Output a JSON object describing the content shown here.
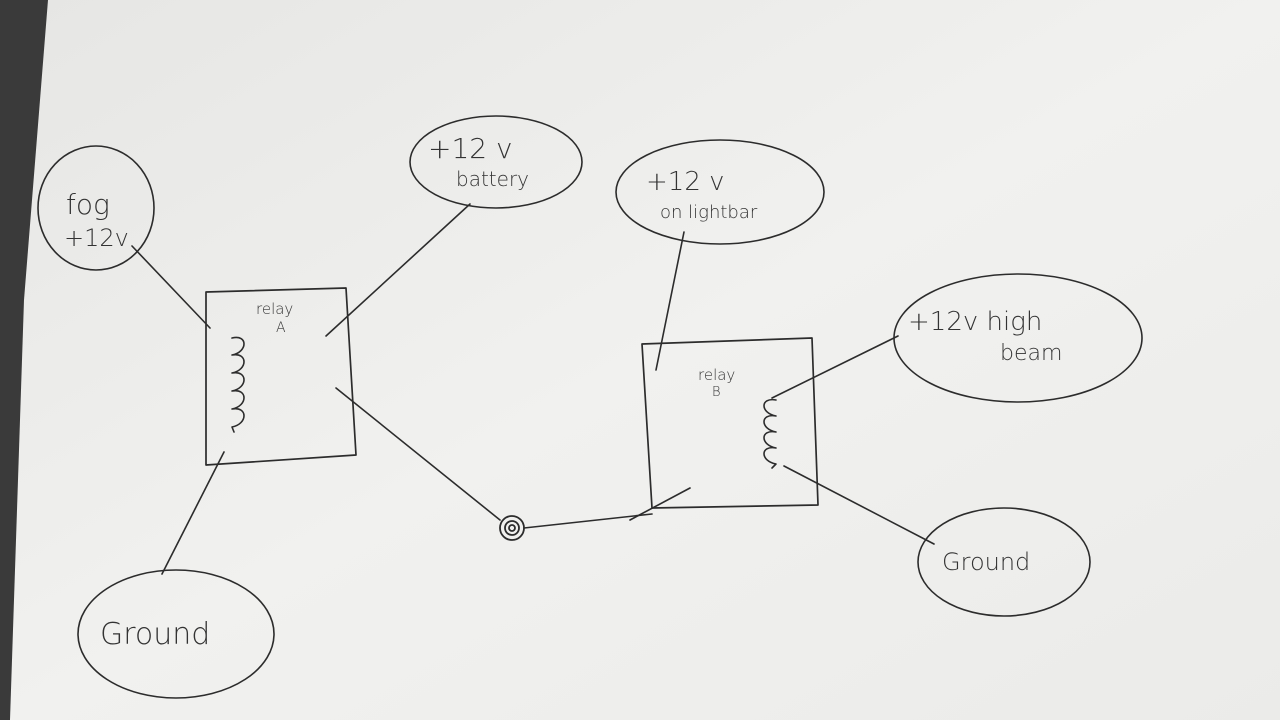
{
  "diagram": {
    "nodes": {
      "fog": {
        "lines": [
          "fog",
          "+12v"
        ]
      },
      "battery": {
        "lines": [
          "+12 v",
          "battery"
        ]
      },
      "lightbar": {
        "lines": [
          "+12 v",
          "on lightbar"
        ]
      },
      "highbeam": {
        "lines": [
          "+12v high",
          "beam"
        ]
      },
      "ground_a": {
        "lines": [
          "Ground"
        ]
      },
      "ground_b": {
        "lines": [
          "Ground"
        ]
      }
    },
    "relays": {
      "relay_a": {
        "lines": [
          "relay",
          "A"
        ]
      },
      "relay_b": {
        "lines": [
          "relay",
          "B"
        ]
      }
    }
  },
  "colors": {
    "ink": "#2c2c2c",
    "paper": "#eeeeec",
    "backdrop": "#3a3a3a"
  }
}
